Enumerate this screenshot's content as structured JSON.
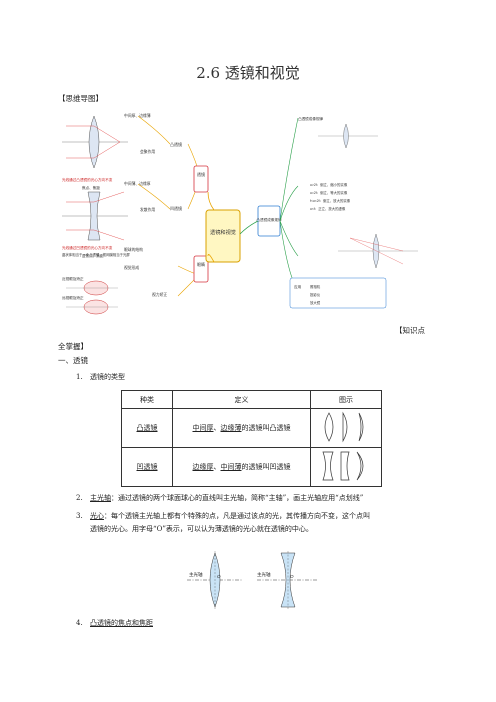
{
  "title": "2.6 透镜和视觉",
  "section_mindmap": "【思维导图】",
  "mindmap": {
    "center": "透镜和视觉",
    "left_hubs": [
      "透镜",
      "眼睛"
    ],
    "right_hub": "凸透镜成像规律",
    "labels": {
      "convex": "凸透镜",
      "concave": "凹透镜",
      "converge": "会聚作用",
      "diverge": "发散作用",
      "mid_thick": "中间厚、边缘薄",
      "mid_thin": "中间薄、边缘厚",
      "focus_real": "焦点、焦距",
      "focus_virtual": "虚焦点、焦距",
      "axis_convex": "光线通过凸透镜的光心方向不变",
      "axis_concave": "光线通过凹透镜的光心方向不变",
      "eye_structure": "眼球的结构",
      "eye_lens": "晶状体相当于一个凸透镜，视网膜相当于光屏",
      "vision": "视觉形成",
      "myopia": "近视眼及矫正",
      "hyperopia": "远视眼及矫正",
      "correct": "视力矫正",
      "rule_title": "凸透镜成像规律",
      "u2f": "u>2f：倒立、缩小的实像",
      "u_eq_2f": "u=2f：倒立、等大的实像",
      "f_u_2f": "f<u<2f：倒立、放大的实像",
      "u_lt_f": "u<f：正立、放大的虚像",
      "apps": "应用",
      "camera": "照相机",
      "projector": "投影仪",
      "magnifier": "放大镜"
    }
  },
  "knowledge_point_a": "【知识点",
  "knowledge_point_b": "全掌握】",
  "lens_heading": "一、透镜",
  "item1": {
    "num": "1.",
    "text": "透镜的类型"
  },
  "table": {
    "headers": [
      "种类",
      "定义",
      "图示"
    ],
    "rows": [
      {
        "kind": "凸透镜",
        "def_a": "中间厚",
        "def_sep": "、",
        "def_b": "边缘薄",
        "def_c": "的透镜叫凸透镜"
      },
      {
        "kind": "凹透镜",
        "def_a": "边缘厚",
        "def_sep": "、",
        "def_b": "中间薄",
        "def_c": "的透镜叫凹透镜"
      }
    ]
  },
  "item2": {
    "num": "2.",
    "term": "主光轴",
    "text": "：通过透镜的两个球面球心的直线叫主光轴，简称“主轴”，画主光轴应用“点划线”"
  },
  "item3": {
    "num": "3.",
    "term": "光心",
    "text": "：每个透镜主光轴上都有个特殊的点，凡是通过该点的光，其传播方向不变，这个点叫",
    "text2": "透镜的光心。用字母“O”表示，可以认为薄透镜的光心就在透镜的中心。"
  },
  "axis_label": "主光轴",
  "o_label": "O",
  "item4": {
    "num": "4.",
    "text": "凸透镜的焦点和焦距"
  }
}
